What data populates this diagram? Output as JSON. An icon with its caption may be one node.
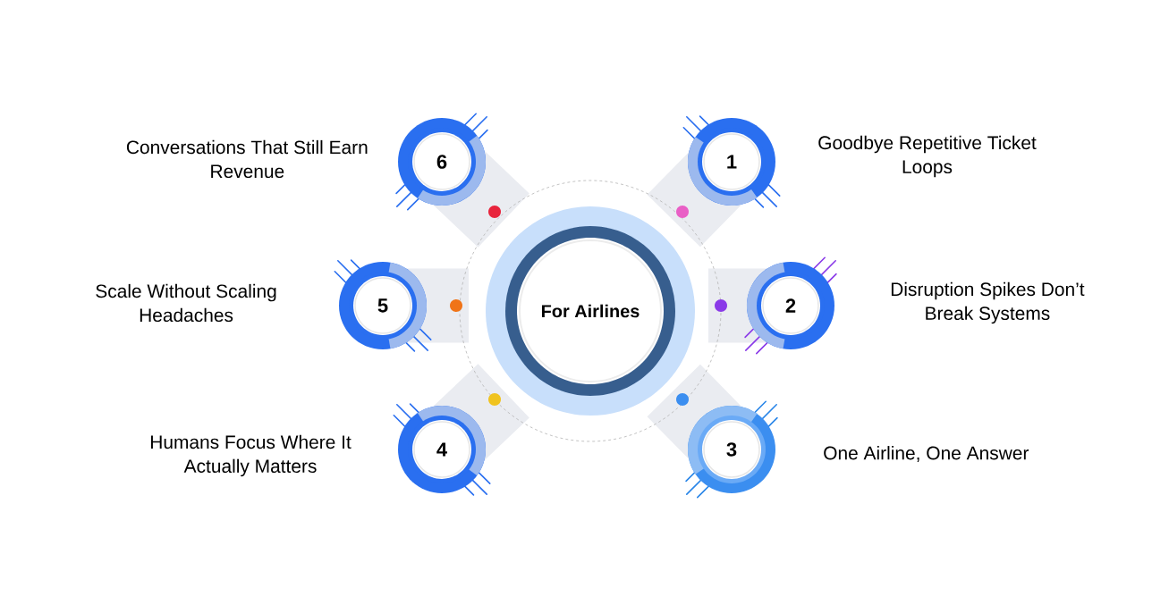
{
  "diagram": {
    "nodes": [
      {
        "text": [
          "For Airlines"
        ]
      },
      {
        "text": [
          "1"
        ],
        "beside": [
          "Goodbye Repetitive Ticket Loops"
        ]
      },
      {
        "text": [
          "2"
        ],
        "beside": [
          "Disruption Spikes Don’t Break Systems"
        ]
      },
      {
        "text": [
          "3"
        ],
        "beside": [
          "One Airline, One Answer"
        ]
      },
      {
        "text": [
          "4"
        ],
        "beside": [
          "Humans Focus Where It Actually Matters"
        ]
      },
      {
        "text": [
          "5"
        ],
        "beside": [
          "Scale Without Scaling Headaches"
        ]
      },
      {
        "text": [
          "6"
        ],
        "beside": [
          "Conversations That Still Earn Revenue"
        ]
      }
    ]
  }
}
